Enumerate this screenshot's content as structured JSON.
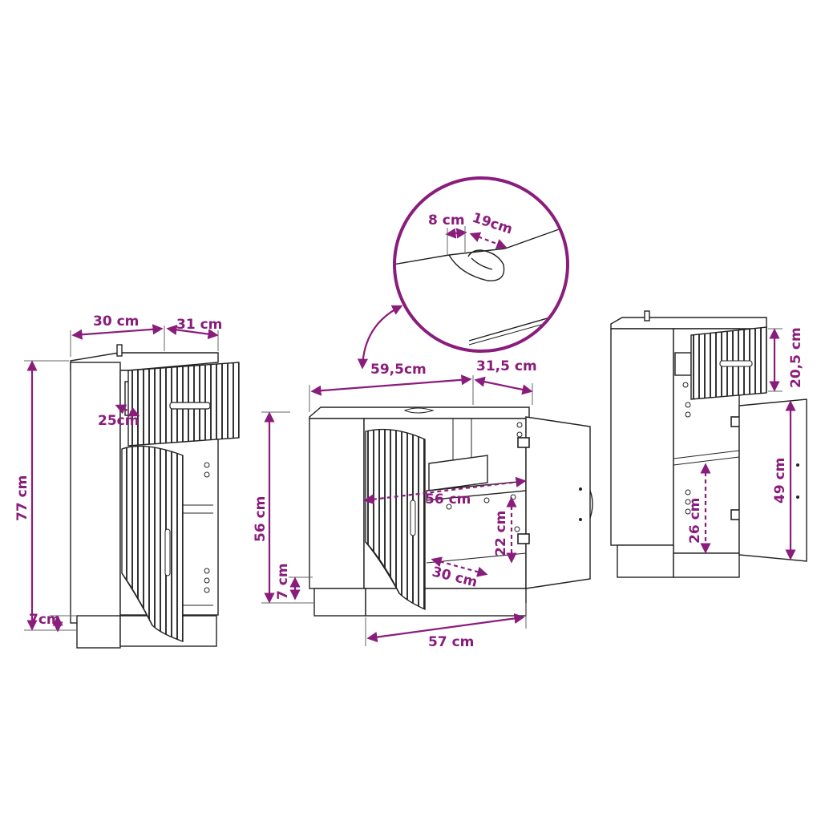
{
  "accent_color": "#8a1c7c",
  "line_color": "#222222",
  "background_color": "#ffffff",
  "left_cabinet": {
    "width": "30 cm",
    "depth": "31 cm",
    "height": "77 cm",
    "drawer_depth": "25cm",
    "plinth": "7cm"
  },
  "detail_circle": {
    "cutout_width": "8 cm",
    "cutout_depth": "19cm"
  },
  "sink_cabinet": {
    "width": "59,5cm",
    "depth": "31,5 cm",
    "height": "56 cm",
    "plinth": "7 cm",
    "inner_width": "56 cm",
    "inner_height": "22 cm",
    "inner_depth": "30 cm",
    "base_width": "57 cm"
  },
  "right_cabinet": {
    "drawer_height": "20,5 cm",
    "door_height": "49 cm",
    "compartment_height": "26 cm"
  }
}
